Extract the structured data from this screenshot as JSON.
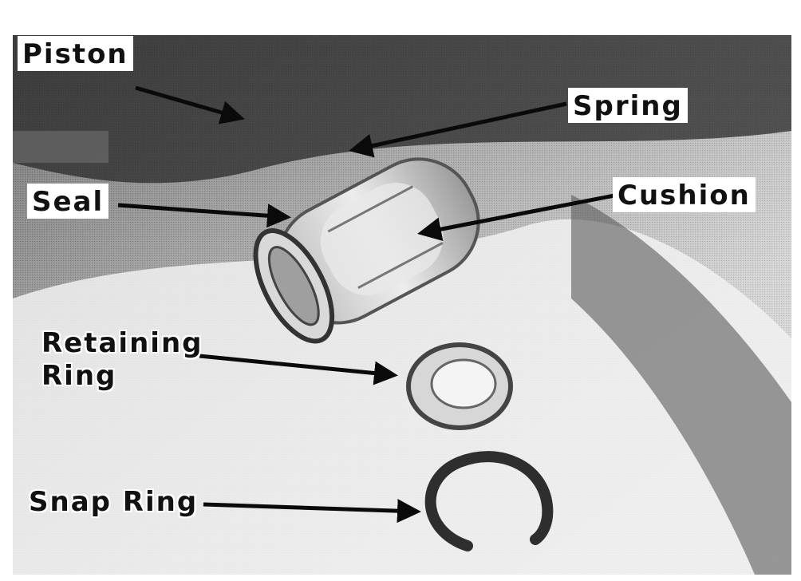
{
  "labels": {
    "piston": "Piston",
    "spring": "Spring",
    "seal": "Seal",
    "cushion": "Cushion",
    "retaining_ring": "Retaining\nRing",
    "snap_ring": "Snap Ring"
  },
  "colors": {
    "label_text": "#111111",
    "label_background": "#ffffff",
    "arrow": "#0a0a0a"
  }
}
